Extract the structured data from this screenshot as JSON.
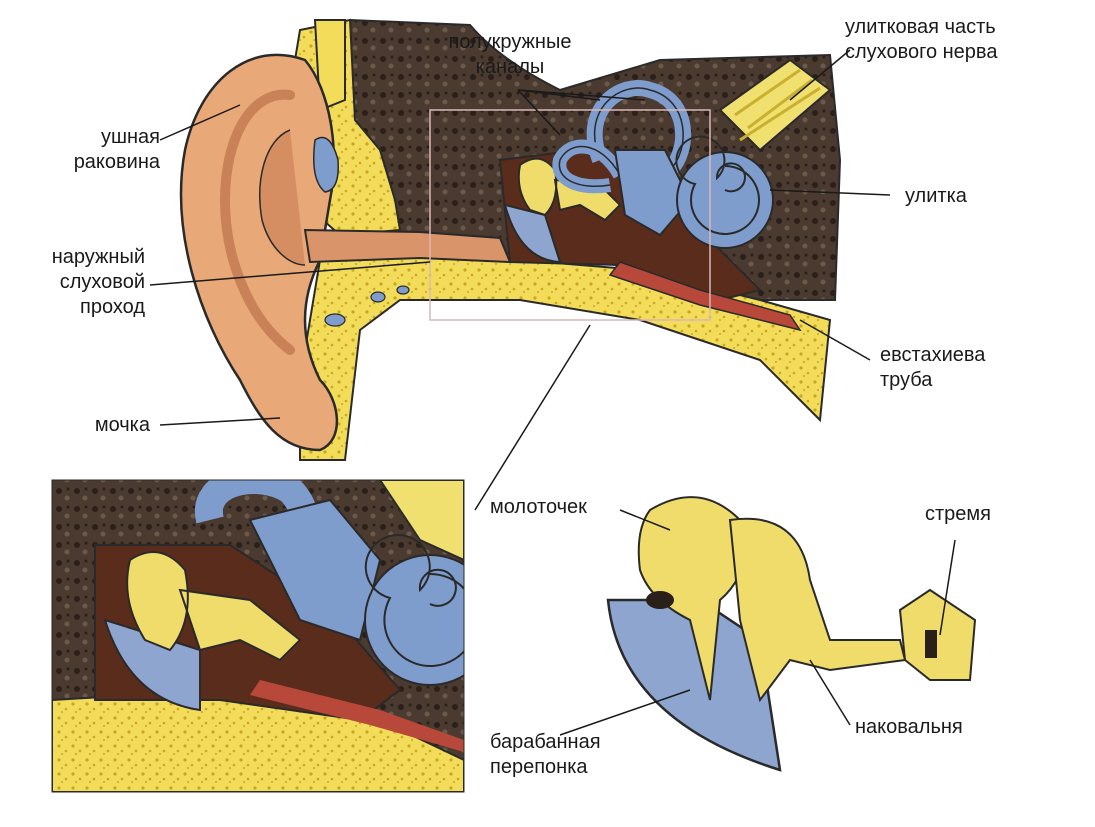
{
  "labels": {
    "auricle": [
      "ушная",
      "раковина"
    ],
    "ear_canal": [
      "наружный",
      "слуховой",
      "проход"
    ],
    "earlobe": [
      "мочка"
    ],
    "semicircular_canals": [
      "полукружные",
      "каналы"
    ],
    "cochlear_nerve": [
      "улитковая часть",
      "слухового нерва"
    ],
    "cochlea": [
      "улитка"
    ],
    "eustachian_tube": [
      "евстахиева",
      "труба"
    ],
    "malleus": [
      "молоточек"
    ],
    "stapes": [
      "стремя"
    ],
    "incus": [
      "наковальня"
    ],
    "eardrum": [
      "барабанная",
      "перепонка"
    ]
  },
  "colors": {
    "skin": "#e9a878",
    "skin_dark": "#c98158",
    "bone": "#f2dc5a",
    "bone_dot": "#c9a820",
    "tissue": "#3d2a20",
    "cavity": "#5a2c1c",
    "inner_ear": "#7e9ccc",
    "ossicle": "#f0dc6a",
    "membrane": "#8ea6cf",
    "tube": "#b8483a",
    "outline": "#2a2a2a"
  },
  "icons": [
    "ear-cross-section-illustration",
    "middle-ear-zoom-illustration",
    "ossicles-illustration"
  ]
}
